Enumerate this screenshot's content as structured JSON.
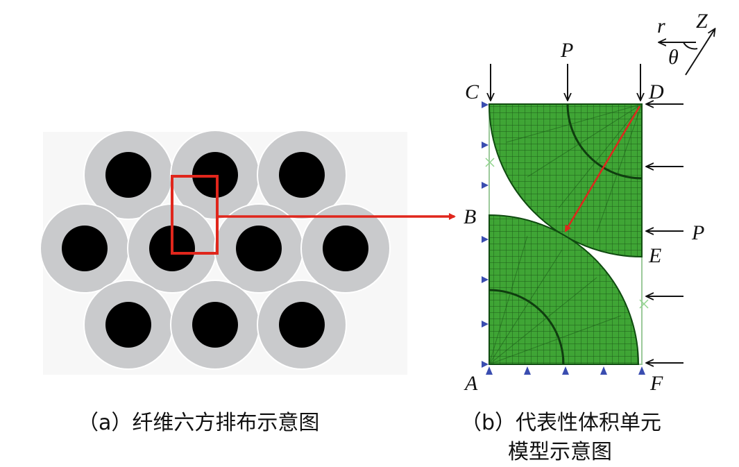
{
  "panel_a": {
    "caption": "（a）纤维六方排布示意图"
  },
  "panel_b": {
    "caption_line1": "（b）代表性体积单元",
    "caption_line2": "模型示意图",
    "point_labels": {
      "A": "A",
      "B": "B",
      "C": "C",
      "D": "D",
      "E": "E",
      "F": "F"
    },
    "load_label_top": "P",
    "load_label_right": "P",
    "axis_labels": {
      "r": "r",
      "z": "Z",
      "theta": "θ"
    }
  },
  "colors": {
    "fiber_core": "#000000",
    "fiber_coating": "#c9cacc",
    "highlight": "#e0261c",
    "mesh_fill": "#3fa535",
    "mesh_line": "#0f4a10",
    "support": "#3a4db0"
  }
}
